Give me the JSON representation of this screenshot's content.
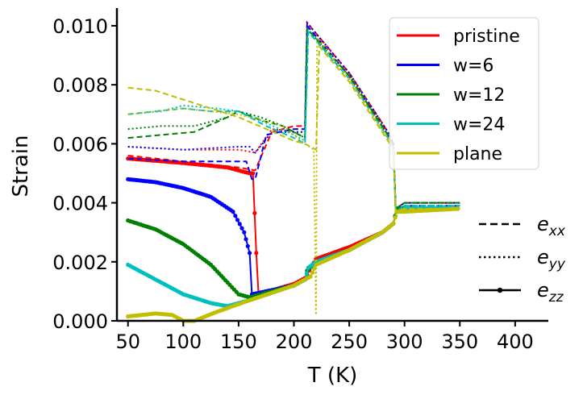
{
  "chart_data": {
    "type": "line",
    "xlabel": "T (K)",
    "ylabel": "Strain",
    "xlim": [
      40,
      430
    ],
    "ylim": [
      0,
      0.0106
    ],
    "xticks": [
      "50",
      "100",
      "150",
      "200",
      "250",
      "300",
      "350",
      "400"
    ],
    "yticks": [
      "0.000",
      "0.002",
      "0.004",
      "0.006",
      "0.008",
      "0.010"
    ],
    "grid": false,
    "legend_placement": "top-right",
    "style_legend_placement": "lower-right",
    "series": [
      {
        "name": "pristine",
        "color": "#ff0000",
        "exx": [
          [
            50,
            0.0056
          ],
          [
            100,
            0.0054
          ],
          [
            150,
            0.0052
          ],
          [
            165,
            0.0051
          ],
          [
            180,
            0.0064
          ],
          [
            200,
            0.0066
          ],
          [
            210,
            0.0066
          ],
          [
            212,
            0.0101
          ],
          [
            250,
            0.0084
          ],
          [
            285,
            0.0064
          ],
          [
            290,
            0.006
          ],
          [
            292,
            0.0038
          ],
          [
            300,
            0.004
          ],
          [
            350,
            0.004
          ]
        ],
        "eyy": [
          [
            50,
            0.0059
          ],
          [
            100,
            0.0058
          ],
          [
            150,
            0.0058
          ],
          [
            165,
            0.0057
          ],
          [
            180,
            0.0065
          ],
          [
            200,
            0.0064
          ],
          [
            210,
            0.0064
          ],
          [
            212,
            0.0101
          ],
          [
            250,
            0.0084
          ],
          [
            285,
            0.0064
          ],
          [
            290,
            0.006
          ],
          [
            292,
            0.0038
          ],
          [
            300,
            0.004
          ],
          [
            350,
            0.004
          ]
        ],
        "ezz": [
          [
            50,
            0.0055
          ],
          [
            100,
            0.00535
          ],
          [
            140,
            0.0052
          ],
          [
            160,
            0.005
          ],
          [
            163,
            0.005
          ],
          [
            166,
            0.0023
          ],
          [
            168,
            0.0009
          ],
          [
            200,
            0.00125
          ],
          [
            210,
            0.00145
          ],
          [
            220,
            0.0021
          ],
          [
            250,
            0.0025
          ],
          [
            280,
            0.003
          ],
          [
            290,
            0.0033
          ],
          [
            293,
            0.0038
          ],
          [
            300,
            0.0038
          ],
          [
            350,
            0.0038
          ]
        ]
      },
      {
        "name": "w=6",
        "color": "#0000ff",
        "exx": [
          [
            50,
            0.0055
          ],
          [
            100,
            0.0054
          ],
          [
            150,
            0.0054
          ],
          [
            157,
            0.0054
          ],
          [
            162,
            0.0048
          ],
          [
            165,
            0.0048
          ],
          [
            175,
            0.0063
          ],
          [
            200,
            0.0065
          ],
          [
            210,
            0.0065
          ],
          [
            212,
            0.01
          ],
          [
            250,
            0.0083
          ],
          [
            285,
            0.0063
          ],
          [
            290,
            0.0059
          ],
          [
            292,
            0.0037
          ],
          [
            300,
            0.0039
          ],
          [
            350,
            0.0039
          ]
        ],
        "eyy": [
          [
            50,
            0.0059
          ],
          [
            100,
            0.0058
          ],
          [
            150,
            0.0059
          ],
          [
            160,
            0.0059
          ],
          [
            165,
            0.0057
          ],
          [
            180,
            0.0064
          ],
          [
            200,
            0.0064
          ],
          [
            210,
            0.0064
          ],
          [
            212,
            0.0101
          ],
          [
            250,
            0.0084
          ],
          [
            285,
            0.0064
          ],
          [
            290,
            0.006
          ],
          [
            292,
            0.0038
          ],
          [
            300,
            0.004
          ],
          [
            350,
            0.004
          ]
        ],
        "ezz": [
          [
            50,
            0.0048
          ],
          [
            75,
            0.0047
          ],
          [
            100,
            0.0045
          ],
          [
            125,
            0.0042
          ],
          [
            145,
            0.0037
          ],
          [
            155,
            0.003
          ],
          [
            160,
            0.0023
          ],
          [
            162,
            0.0009
          ],
          [
            200,
            0.0012
          ],
          [
            210,
            0.0014
          ],
          [
            212,
            0.0017
          ],
          [
            220,
            0.002
          ],
          [
            250,
            0.0024
          ],
          [
            280,
            0.003
          ],
          [
            290,
            0.0033
          ],
          [
            293,
            0.0038
          ],
          [
            300,
            0.0038
          ],
          [
            350,
            0.0038
          ]
        ]
      },
      {
        "name": "w=12",
        "color": "#008000",
        "exx": [
          [
            50,
            0.0062
          ],
          [
            80,
            0.0063
          ],
          [
            110,
            0.0064
          ],
          [
            140,
            0.0069
          ],
          [
            150,
            0.0071
          ],
          [
            170,
            0.0068
          ],
          [
            190,
            0.0066
          ],
          [
            210,
            0.0062
          ],
          [
            212,
            0.0099
          ],
          [
            250,
            0.0083
          ],
          [
            285,
            0.0063
          ],
          [
            290,
            0.0059
          ],
          [
            292,
            0.0038
          ],
          [
            300,
            0.004
          ],
          [
            350,
            0.004
          ]
        ],
        "eyy": [
          [
            50,
            0.0065
          ],
          [
            80,
            0.0066
          ],
          [
            110,
            0.0066
          ],
          [
            140,
            0.0069
          ],
          [
            150,
            0.0071
          ],
          [
            170,
            0.0069
          ],
          [
            190,
            0.0066
          ],
          [
            210,
            0.0062
          ],
          [
            212,
            0.0099
          ],
          [
            250,
            0.0083
          ],
          [
            285,
            0.0063
          ],
          [
            290,
            0.0059
          ],
          [
            292,
            0.0038
          ],
          [
            300,
            0.004
          ],
          [
            350,
            0.004
          ]
        ],
        "ezz": [
          [
            50,
            0.0034
          ],
          [
            75,
            0.0031
          ],
          [
            100,
            0.0026
          ],
          [
            125,
            0.0019
          ],
          [
            140,
            0.0013
          ],
          [
            150,
            0.0009
          ],
          [
            160,
            0.0008
          ],
          [
            200,
            0.0012
          ],
          [
            210,
            0.0014
          ],
          [
            212,
            0.0017
          ],
          [
            220,
            0.002
          ],
          [
            250,
            0.0024
          ],
          [
            280,
            0.003
          ],
          [
            290,
            0.0033
          ],
          [
            293,
            0.0038
          ],
          [
            300,
            0.0038
          ],
          [
            350,
            0.0038
          ]
        ]
      },
      {
        "name": "w=24",
        "color": "#00bfbf",
        "exx": [
          [
            50,
            0.007
          ],
          [
            75,
            0.0071
          ],
          [
            100,
            0.0072
          ],
          [
            125,
            0.0071
          ],
          [
            150,
            0.0071
          ],
          [
            175,
            0.0066
          ],
          [
            200,
            0.0062
          ],
          [
            210,
            0.006
          ],
          [
            213,
            0.0098
          ],
          [
            250,
            0.0082
          ],
          [
            285,
            0.0062
          ],
          [
            290,
            0.0058
          ],
          [
            292,
            0.0037
          ],
          [
            300,
            0.0039
          ],
          [
            350,
            0.0039
          ]
        ],
        "eyy": [
          [
            50,
            0.007
          ],
          [
            80,
            0.0071
          ],
          [
            100,
            0.0073
          ],
          [
            130,
            0.0072
          ],
          [
            150,
            0.0071
          ],
          [
            175,
            0.0067
          ],
          [
            200,
            0.0063
          ],
          [
            210,
            0.0061
          ],
          [
            213,
            0.0098
          ],
          [
            250,
            0.0082
          ],
          [
            285,
            0.0062
          ],
          [
            290,
            0.0058
          ],
          [
            292,
            0.0037
          ],
          [
            300,
            0.0039
          ],
          [
            350,
            0.0039
          ]
        ],
        "ezz": [
          [
            50,
            0.0019
          ],
          [
            75,
            0.0014
          ],
          [
            100,
            0.0009
          ],
          [
            125,
            0.0006
          ],
          [
            140,
            0.0005
          ],
          [
            160,
            0.0007
          ],
          [
            200,
            0.0012
          ],
          [
            210,
            0.0014
          ],
          [
            213,
            0.0018
          ],
          [
            220,
            0.002
          ],
          [
            250,
            0.0024
          ],
          [
            280,
            0.003
          ],
          [
            290,
            0.0033
          ],
          [
            293,
            0.0037
          ],
          [
            300,
            0.0038
          ],
          [
            350,
            0.0038
          ]
        ]
      },
      {
        "name": "plane",
        "color": "#bfbf00",
        "exx": [
          [
            50,
            0.0079
          ],
          [
            75,
            0.0078
          ],
          [
            100,
            0.0075
          ],
          [
            125,
            0.0072
          ],
          [
            150,
            0.0069
          ],
          [
            175,
            0.0065
          ],
          [
            200,
            0.0061
          ],
          [
            210,
            0.006
          ],
          [
            220,
            0.0058
          ],
          [
            223,
            0.0093
          ],
          [
            250,
            0.0081
          ],
          [
            285,
            0.0061
          ],
          [
            290,
            0.0058
          ],
          [
            292,
            0.0037
          ],
          [
            300,
            0.0038
          ],
          [
            350,
            0.0038
          ]
        ],
        "eyy": [
          [
            50,
            0.007
          ],
          [
            100,
            0.0072
          ],
          [
            150,
            0.007
          ],
          [
            190,
            0.0066
          ],
          [
            210,
            0.006
          ],
          [
            218,
            0.0058
          ],
          [
            220,
            0.0002
          ],
          [
            221,
            0.0096
          ],
          [
            250,
            0.0082
          ],
          [
            285,
            0.0062
          ],
          [
            290,
            0.0058
          ],
          [
            292,
            0.0037
          ],
          [
            300,
            0.0038
          ],
          [
            350,
            0.0038
          ]
        ],
        "ezz": [
          [
            50,
            0.00015
          ],
          [
            75,
            0.00025
          ],
          [
            90,
            0.0002
          ],
          [
            100,
            0.0
          ],
          [
            110,
            0.0
          ],
          [
            130,
            0.0003
          ],
          [
            160,
            0.0007
          ],
          [
            200,
            0.0012
          ],
          [
            215,
            0.0015
          ],
          [
            220,
            0.0019
          ],
          [
            250,
            0.0024
          ],
          [
            280,
            0.003
          ],
          [
            290,
            0.0033
          ],
          [
            293,
            0.0037
          ],
          [
            300,
            0.0037
          ],
          [
            350,
            0.0038
          ]
        ]
      }
    ],
    "style_legend": [
      {
        "style": "dashed",
        "base": "e",
        "sub": "xx"
      },
      {
        "style": "dotted",
        "base": "e",
        "sub": "yy"
      },
      {
        "style": "solid-marker",
        "base": "e",
        "sub": "zz"
      }
    ]
  }
}
